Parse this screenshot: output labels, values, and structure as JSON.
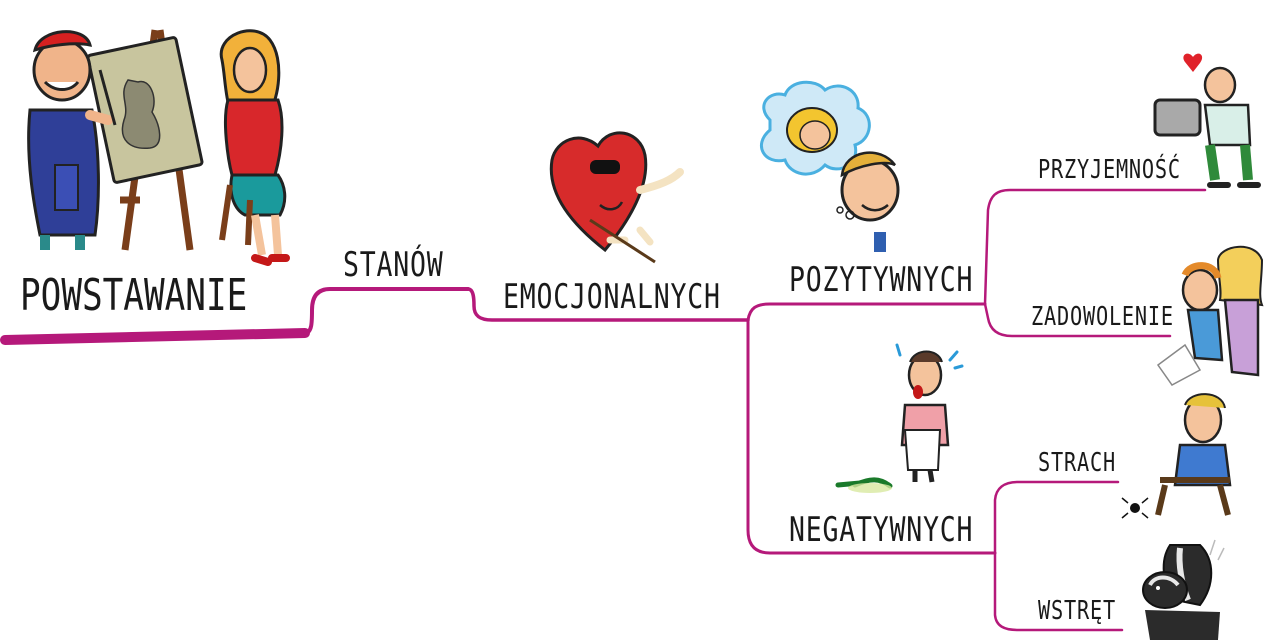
{
  "nodes": {
    "root": "POWSTAWANIE",
    "stanow": "STANÓW",
    "emocjonalnych": "EMOCJONALNYCH",
    "pozytywnych": "POZYTYWNYCH",
    "negatywnych": "NEGATYWNYCH",
    "przyjemnosc": "PRZYJEMNOŚĆ",
    "zadowolenie": "ZADOWOLENIE",
    "strach": "STRACH",
    "wstret": "WSTRĘT"
  },
  "colors": {
    "branch": "#b5197a",
    "text": "#1a1a1a"
  },
  "icons": [
    "painter-icon",
    "model-woman-icon",
    "blind-heart-icon",
    "daydream-couple-icon",
    "embracing-computer-icon",
    "happy-couple-icon",
    "sweating-waiter-icon",
    "scared-man-icon",
    "skunk-icon"
  ]
}
